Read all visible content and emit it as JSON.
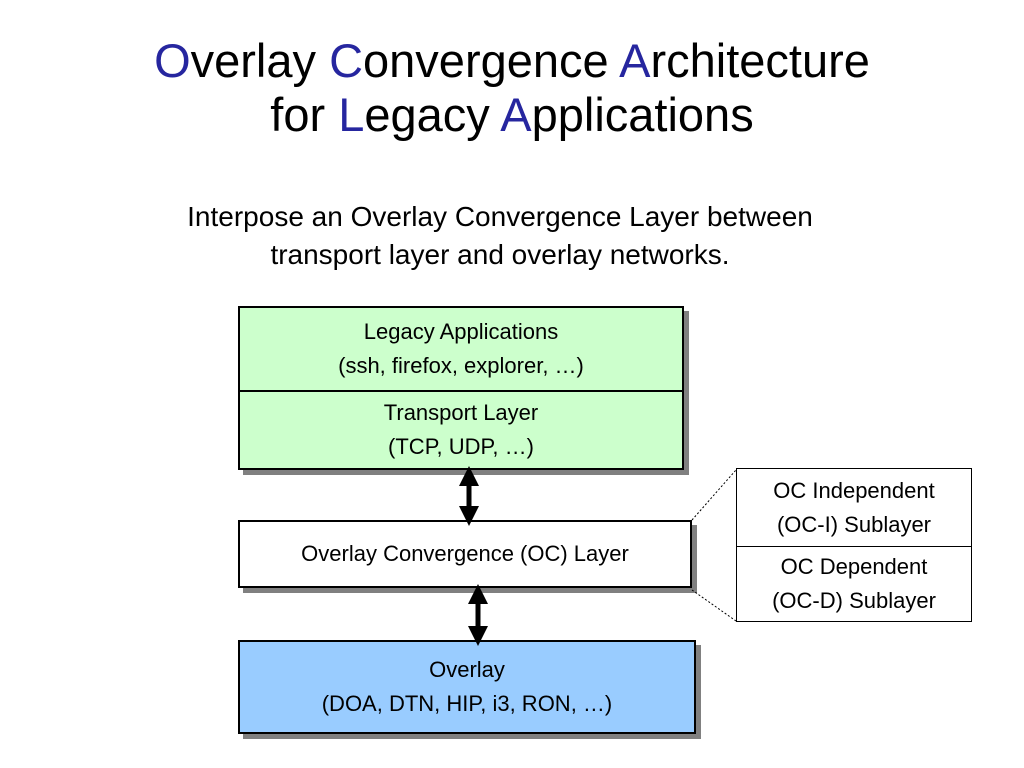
{
  "title": {
    "line1": [
      {
        "text": "O",
        "highlight": true
      },
      {
        "text": "verlay ",
        "highlight": false
      },
      {
        "text": "C",
        "highlight": true
      },
      {
        "text": "onvergence ",
        "highlight": false
      },
      {
        "text": "A",
        "highlight": true
      },
      {
        "text": "rchitecture",
        "highlight": false
      }
    ],
    "line2": [
      {
        "text": "for ",
        "highlight": false
      },
      {
        "text": "L",
        "highlight": true
      },
      {
        "text": "egacy ",
        "highlight": false
      },
      {
        "text": "A",
        "highlight": true
      },
      {
        "text": "pplications",
        "highlight": false
      }
    ],
    "highlight_color": "#26269f"
  },
  "subtitle": {
    "line1": "Interpose an Overlay Convergence Layer between",
    "line2": "transport layer and overlay networks."
  },
  "diagram": {
    "legacy_apps": {
      "line1": "Legacy Applications",
      "line2": "(ssh, firefox, explorer, …)"
    },
    "transport": {
      "line1": "Transport Layer",
      "line2": "(TCP, UDP, …)"
    },
    "oc_layer": {
      "label": "Overlay Convergence (OC) Layer"
    },
    "overlay": {
      "line1": "Overlay",
      "line2": "(DOA, DTN, HIP, i3, RON, …)"
    },
    "oc_independent": {
      "line1": "OC Independent",
      "line2": "(OC-I) Sublayer"
    },
    "oc_dependent": {
      "line1": "OC Dependent",
      "line2": "(OC-D) Sublayer"
    },
    "colors": {
      "green_fill": "#ccffcc",
      "blue_fill": "#99ccff",
      "white_fill": "#ffffff",
      "shadow": "#808080"
    }
  }
}
